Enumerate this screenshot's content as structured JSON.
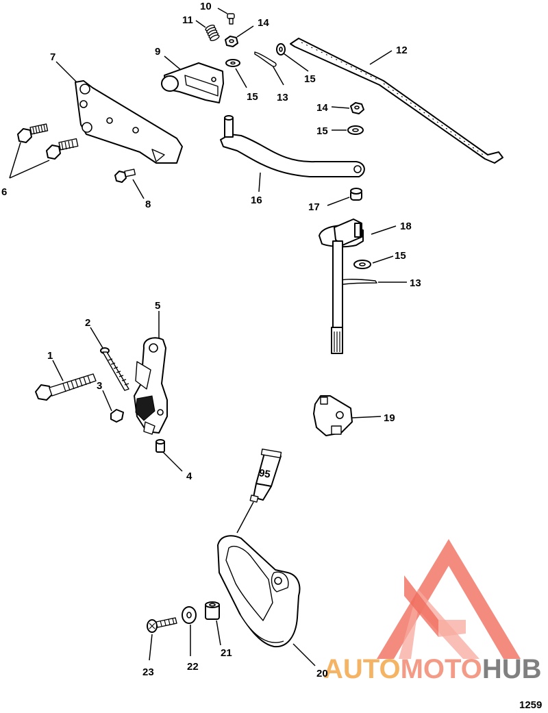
{
  "callouts": {
    "c1": "1",
    "c2": "2",
    "c3": "3",
    "c4": "4",
    "c5": "5",
    "c6": "6",
    "c7": "7",
    "c8": "8",
    "c9": "9",
    "c10": "10",
    "c11": "11",
    "c12": "12",
    "c13a": "13",
    "c13b": "13",
    "c14a": "14",
    "c14b": "14",
    "c15a": "15",
    "c15b": "15",
    "c15c": "15",
    "c15d": "15",
    "c16": "16",
    "c17": "17",
    "c18": "18",
    "c19": "19",
    "c20": "20",
    "c21": "21",
    "c22": "22",
    "c23": "23"
  },
  "sealant_tube_label": "95",
  "figure_number": "1259",
  "watermark": {
    "word_a": "AUTO",
    "word_b": "MOTO",
    "word_c": "HUB"
  }
}
